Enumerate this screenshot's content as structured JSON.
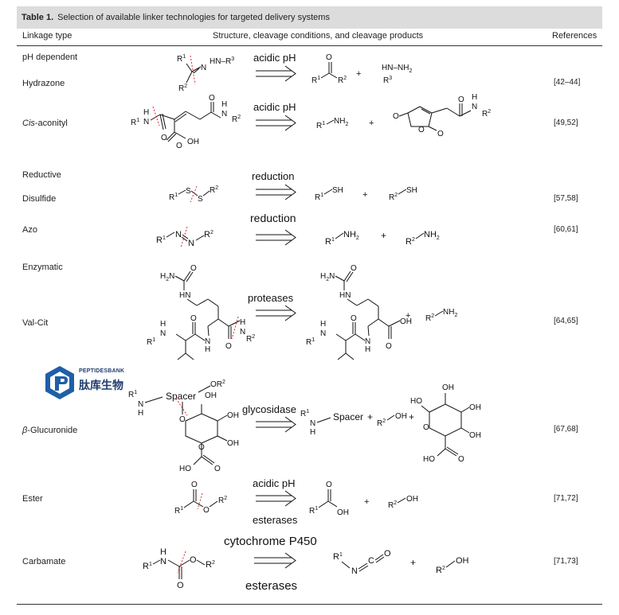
{
  "caption": {
    "label": "Table 1.",
    "text": "Selection of available linker technologies for targeted delivery systems"
  },
  "headers": {
    "linkage": "Linkage type",
    "structure": "Structure, cleavage conditions, and cleavage products",
    "references": "References"
  },
  "groups": {
    "ph": "pH dependent",
    "reductive": "Reductive",
    "enzymatic": "Enzymatic"
  },
  "rows": [
    {
      "name": "Hydrazone",
      "condition": "acidic pH",
      "refs": "[42–44]"
    },
    {
      "name": "Cis-aconityl",
      "name_italic": "Cis",
      "name_rest": "-aconityl",
      "condition": "acidic pH",
      "refs": "[49,52]"
    },
    {
      "name": "Disulfide",
      "condition": "reduction",
      "refs": "[57,58]"
    },
    {
      "name": "Azo",
      "condition": "reduction",
      "refs": "[60,61]"
    },
    {
      "name": "Val-Cit",
      "condition": "proteases",
      "refs": "[64,65]"
    },
    {
      "name": "β-Glucuronide",
      "name_italic": "β",
      "name_rest": "-Glucuronide",
      "condition": "glycosidase",
      "refs": "[67,68]"
    },
    {
      "name": "Ester",
      "condition": "acidic pH",
      "condition2": "esterases",
      "refs": "[71,72]"
    },
    {
      "name": "Carbamate",
      "condition": "cytochrome P450",
      "condition2": "esterases",
      "refs": "[71,73]"
    }
  ],
  "watermark": {
    "line1": "PEPTIDESBANK",
    "line2": "肽库生物"
  },
  "colors": {
    "caption_bg": "#dcdcdc",
    "cleave_mark": "#d9262c",
    "logo_blue": "#1f5fa8"
  }
}
